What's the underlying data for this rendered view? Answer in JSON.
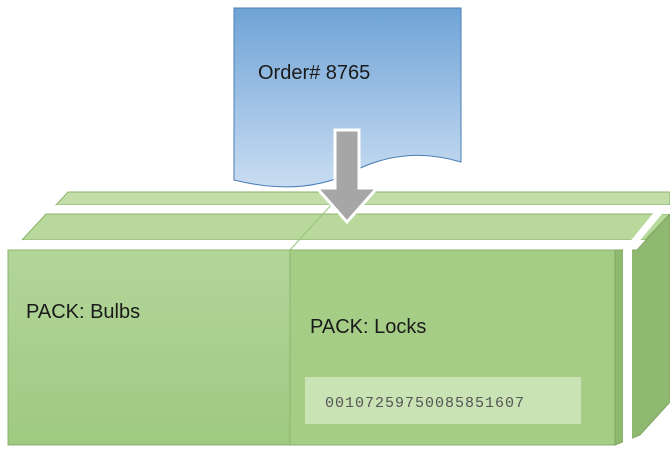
{
  "order": {
    "label": "Order# 8765"
  },
  "packs": {
    "left_label": "PACK: Bulbs",
    "right_label": "PACK: Locks",
    "barcode": "00107259750085851607"
  },
  "colors": {
    "doc_top": "#6fa3d6",
    "doc_bottom": "#c9ddf2",
    "doc_stroke": "#4a7fb5",
    "box_top_light": "#c3dda9",
    "box_top_mid": "#b5d597",
    "box_front_left": "#a9cf8c",
    "box_front_right": "#a6cd85",
    "box_side": "#8fb870",
    "box_stroke": "#8ab36a",
    "arrow_fill": "#a6a6a6",
    "arrow_stroke": "#ffffff",
    "barcode_bg": "#c9e3b5"
  }
}
